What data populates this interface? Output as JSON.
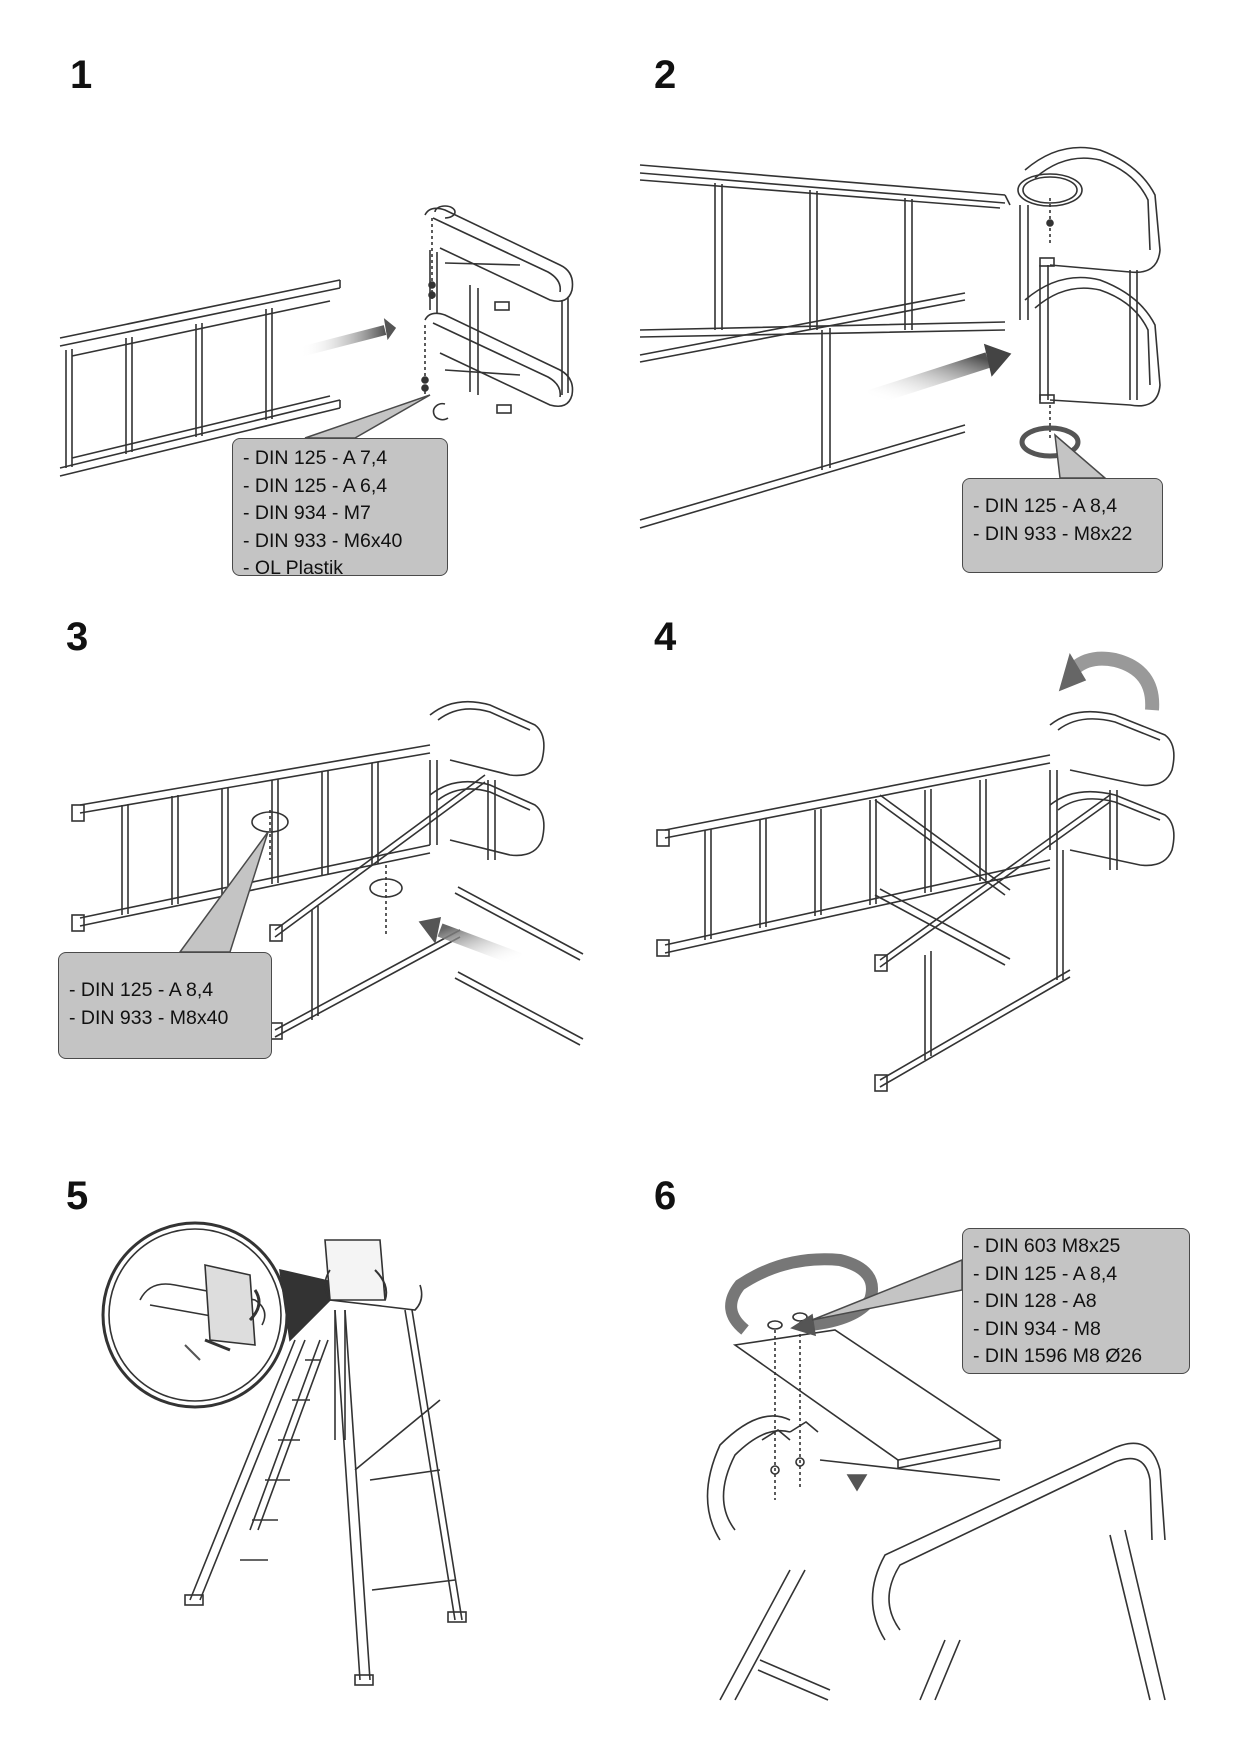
{
  "steps": [
    {
      "number": "1",
      "parts": [
        "- DIN 125 - A 7,4",
        "- DIN 125 - A 6,4",
        "- DIN 934 - M7",
        "- DIN 933 - M6x40",
        "- OL Plastik"
      ]
    },
    {
      "number": "2",
      "parts": [
        "- DIN 125 - A 8,4",
        "- DIN 933 - M8x22"
      ]
    },
    {
      "number": "3",
      "parts": [
        "- DIN 125 - A 8,4",
        "- DIN 933 - M8x40"
      ]
    },
    {
      "number": "4",
      "parts": []
    },
    {
      "number": "5",
      "parts": []
    },
    {
      "number": "6",
      "parts": [
        "- DIN 603 M8x25",
        "- DIN 125 - A 8,4",
        "- DIN 128 - A8",
        "- DIN 934 - M8",
        "- DIN 1596 M8 Ø26"
      ]
    }
  ]
}
